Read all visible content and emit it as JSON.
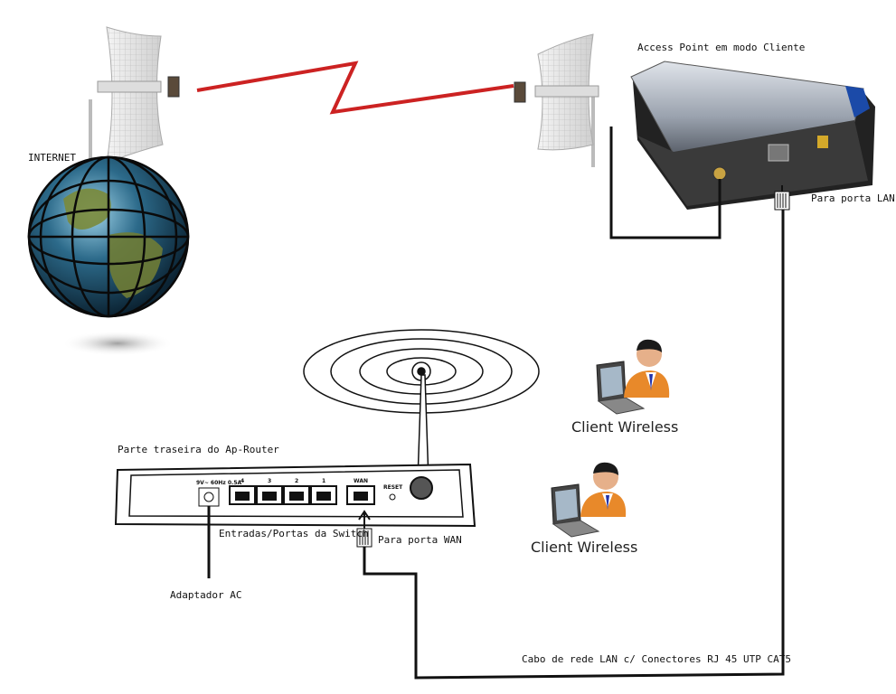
{
  "labels": {
    "access_point": "Access Point em modo Cliente",
    "internet": "INTERNET",
    "lan_port": "Para porta LAN",
    "router_back": "Parte traseira do Ap-Router",
    "client_1": "Client Wireless",
    "client_2": "Client Wireless",
    "switch_ports": "Entradas/Portas da Switch",
    "wan_port": "Para porta WAN",
    "ac_adapter": "Adaptador AC",
    "cable": "Cabo de rede LAN c/ Conectores RJ 45 UTP CAT5"
  },
  "router": {
    "power_spec": "9V~ 60Hz 0.5A",
    "port_numbers": [
      "4",
      "3",
      "2",
      "1"
    ],
    "wan_label": "WAN",
    "reset_label": "RESET"
  },
  "colors": {
    "wireless_link": "#cc2222",
    "cable": "#111111",
    "client_shirt": "#e8892a",
    "globe_ocean": "#2c6a8a"
  }
}
